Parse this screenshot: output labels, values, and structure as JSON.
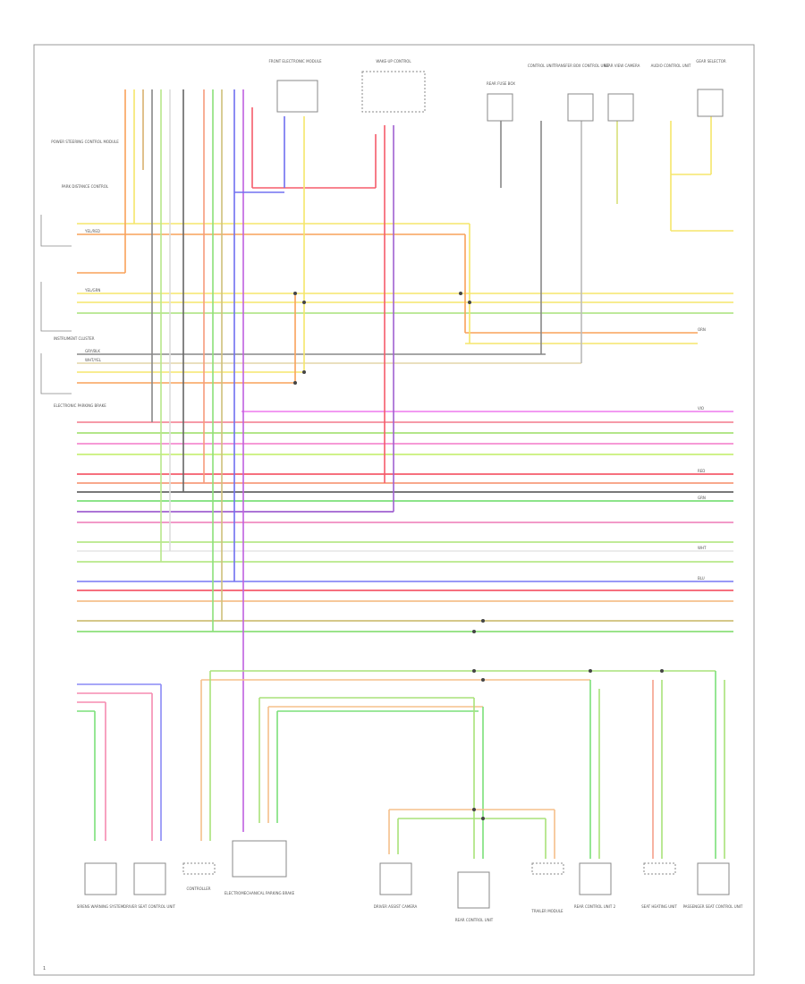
{
  "diagram": {
    "component_labels": [
      "FRONT ELECTRONIC MODULE",
      "WAKE-UP CONTROL",
      "REAR FUSE BOX",
      "CONTROL UNIT",
      "TRANSFER BOX CONTROL UNIT",
      "REAR VIEW CAMERA",
      "AUDIO CONTROL UNIT",
      "GEAR SELECTOR",
      "POWER STEERING CONTROL MODULE",
      "PARK DISTANCE CONTROL",
      "INSTRUMENT CLUSTER",
      "ELECTRONIC PARKING BRAKE"
    ],
    "bottom_labels": [
      "SIRENS WARNING SYSTEM",
      "DRIVER SEAT CONTROL UNIT",
      "CONTROLLER",
      "ELECTROMECHANICAL PARKING BRAKE",
      "DRIVER ASSIST CAMERA",
      "REAR CONTROL UNIT",
      "TRAILER MODULE",
      "REAR CONTROL UNIT 2",
      "SEAT HEATING UNIT",
      "PASSENGER SEAT CONTROL UNIT"
    ],
    "wire_tags": [
      "YEL/GRN",
      "YEL/RED",
      "RED",
      "GRN",
      "WHT",
      "VIO",
      "BLU",
      "ORN",
      "GRY/BLK",
      "WHT/YEL"
    ],
    "page_number": "1"
  }
}
